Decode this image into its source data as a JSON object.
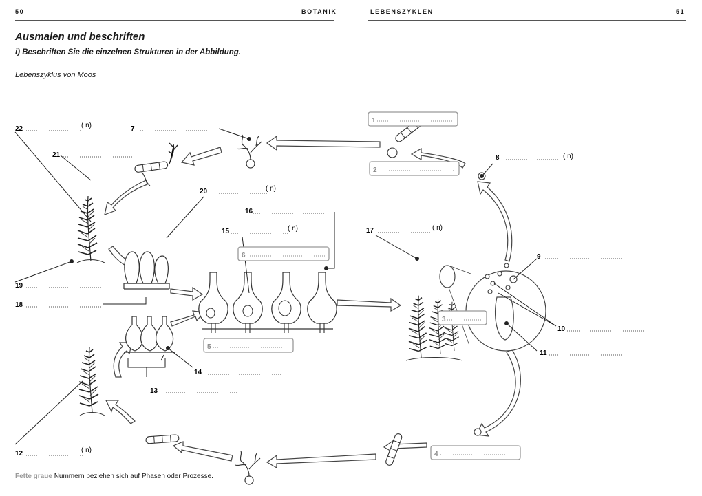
{
  "header": {
    "left_page_number": "50",
    "left_section": "BOTANIK",
    "right_section": "LEBENSZYKLEN",
    "right_page_number": "51"
  },
  "title": "Ausmalen und beschriften",
  "subtitle": "i) Beschriften Sie die einzelnen Strukturen in der Abbildung.",
  "caption": "Lebenszyklus von Moos",
  "footer": {
    "bold_text": "Fette graue",
    "rest_text": "Nummern beziehen sich auf Phasen oder Prozesse."
  },
  "labels": {
    "n1": "1",
    "n2": "2",
    "n3": "3",
    "n4": "4",
    "n5": "5",
    "n6": "6",
    "n7": "7",
    "n8": "8",
    "n9": "9",
    "n10": "10",
    "n11": "11",
    "n12": "12",
    "n13": "13",
    "n14": "14",
    "n15": "15",
    "n16": "16",
    "n17": "17",
    "n18": "18",
    "n19": "19",
    "n20": "20",
    "n21": "21",
    "n22": "22"
  },
  "ploidy_blank": "(     n)"
}
